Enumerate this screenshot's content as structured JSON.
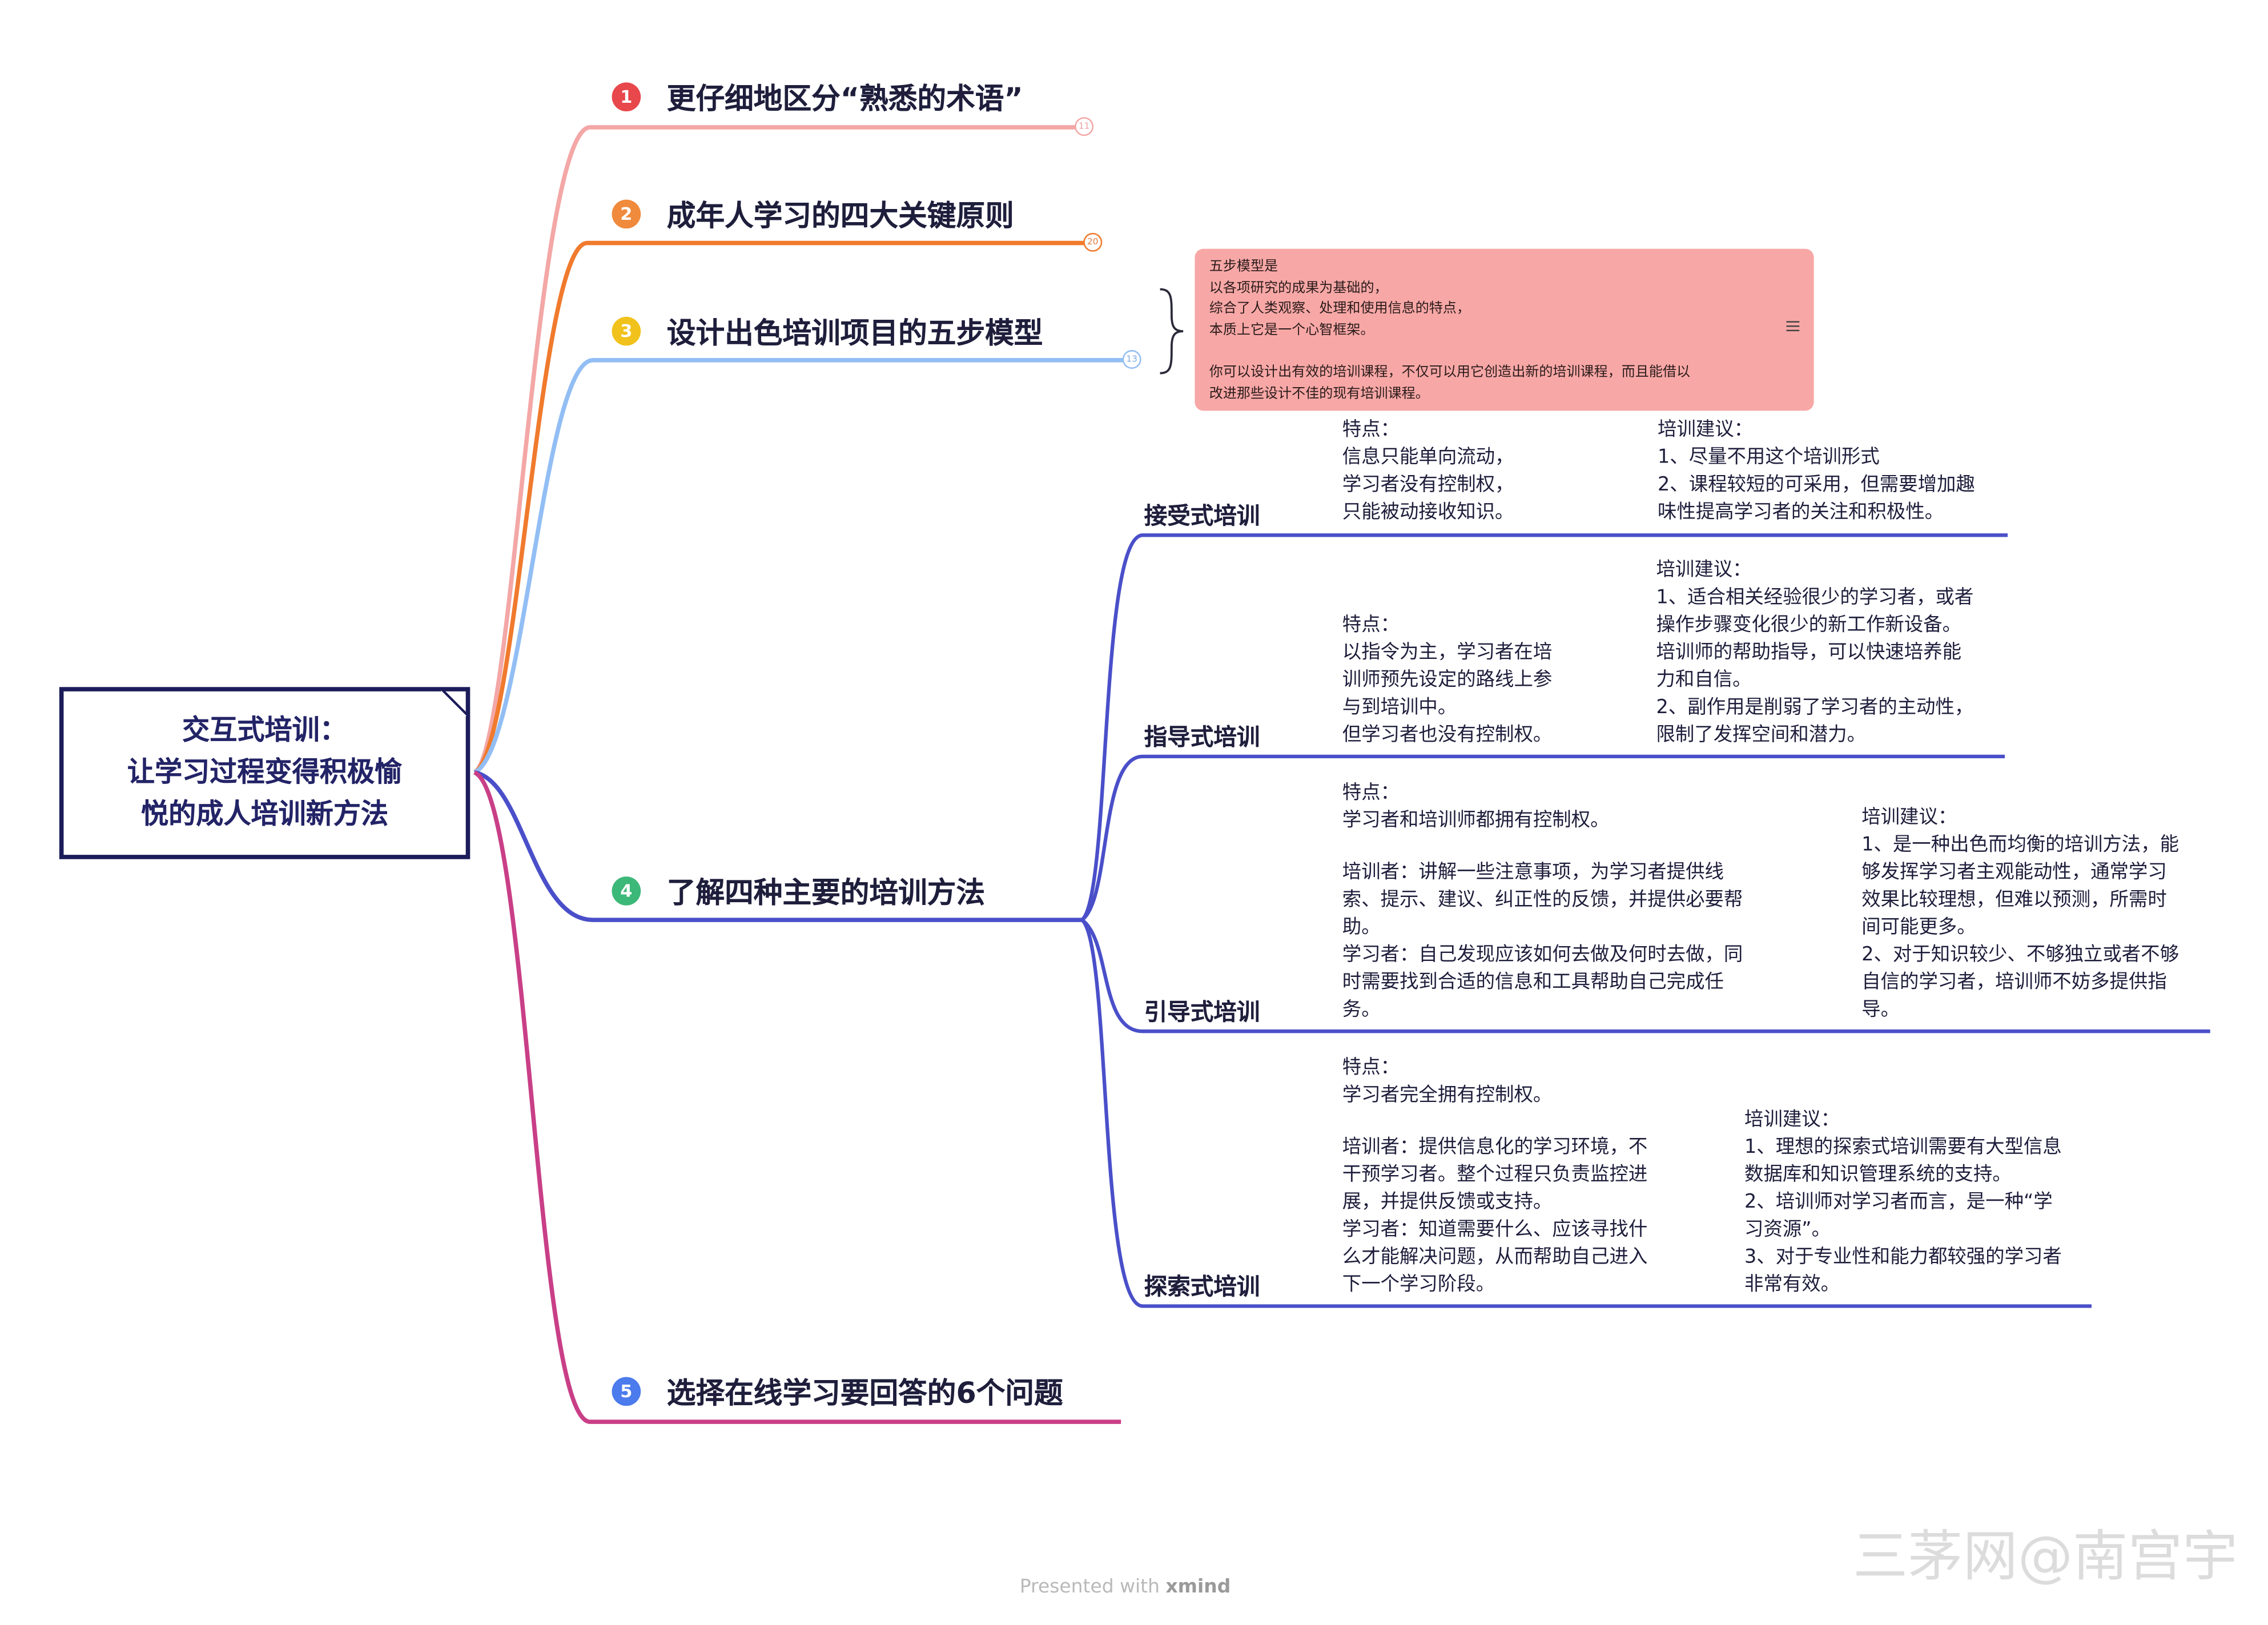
{
  "root": {
    "lines": [
      "交互式培训：",
      "让学习过程变得积极愉",
      "悦的成人培训新方法"
    ]
  },
  "topics": [
    {
      "num": "1",
      "label": "更仔细地区分“熟悉的术语”",
      "color": "#e8474b",
      "line_color": "#f3a7a6",
      "count": "11"
    },
    {
      "num": "2",
      "label": "成年人学习的四大关键原则",
      "color": "#f08a3c",
      "line_color": "#f07a2d",
      "count": "20"
    },
    {
      "num": "3",
      "label": "设计出色培训项目的五步模型",
      "color": "#f1c21b",
      "line_color": "#92bef4",
      "count": "13"
    },
    {
      "num": "4",
      "label": "了解四种主要的培训方法",
      "color": "#3cb878",
      "line_color": "#4a4fc9"
    },
    {
      "num": "5",
      "label": "选择在线学习要回答的6个问题",
      "color": "#4b7bec",
      "line_color": "#c93f87"
    }
  ],
  "note": {
    "lines": [
      "五步模型是",
      "以各项研究的成果为基础的，",
      "综合了人类观察、处理和使用信息的特点，",
      "本质上它是一个心智框架。",
      "",
      "你可以设计出有效的培训课程，不仅可以用它创造出新的培训课程，而且能借以",
      "改进那些设计不佳的现有培训课程。"
    ],
    "color": "#f7a8a6"
  },
  "methods": [
    {
      "name": "接受式培训",
      "features": [
        "特点：",
        "信息只能单向流动，",
        "学习者没有控制权，",
        "只能被动接收知识。"
      ],
      "advice": [
        "培训建议：",
        "1、尽量不用这个培训形式",
        "2、课程较短的可采用，但需要增加趣",
        "味性提高学习者的关注和积极性。"
      ]
    },
    {
      "name": "指导式培训",
      "features": [
        "特点：",
        "以指令为主，学习者在培",
        "训师预先设定的路线上参",
        "与到培训中。",
        "但学习者也没有控制权。"
      ],
      "advice": [
        "培训建议：",
        "1、适合相关经验很少的学习者，或者",
        "操作步骤变化很少的新工作新设备。",
        "培训师的帮助指导，可以快速培养能",
        "力和自信。",
        "2、副作用是削弱了学习者的主动性，",
        "限制了发挥空间和潜力。"
      ]
    },
    {
      "name": "引导式培训",
      "features": [
        "特点：",
        "学习者和培训师都拥有控制权。",
        "",
        "培训者：讲解一些注意事项，为学习者提供线",
        "索、提示、建议、纠正性的反馈，并提供必要帮",
        "助。",
        "学习者：自己发现应该如何去做及何时去做，同",
        "时需要找到合适的信息和工具帮助自己完成任",
        "务。"
      ],
      "advice": [
        "培训建议：",
        "1、是一种出色而均衡的培训方法，能",
        "够发挥学习者主观能动性，通常学习",
        "效果比较理想，但难以预测，所需时",
        "间可能更多。",
        "2、对于知识较少、不够独立或者不够",
        "自信的学习者，培训师不妨多提供指",
        "导。"
      ]
    },
    {
      "name": "探索式培训",
      "features": [
        "特点：",
        "学习者完全拥有控制权。",
        "",
        "培训者：提供信息化的学习环境，不",
        "干预学习者。整个过程只负责监控进",
        "展，并提供反馈或支持。",
        "学习者：知道需要什么、应该寻找什",
        "么才能解决问题，从而帮助自己进入",
        "下一个学习阶段。"
      ],
      "advice": [
        "培训建议：",
        "1、理想的探索式培训需要有大型信息",
        "数据库和知识管理系统的支持。",
        "2、培训师对学习者而言，是一种“学",
        "习资源”。",
        "3、对于专业性和能力都较强的学习者",
        "非常有效。"
      ]
    }
  ],
  "watermark": "三茅网@南宫宇",
  "footer": {
    "prefix": "Presented with ",
    "brand": "xmind"
  },
  "colors": {
    "root_border": "#1c1c5a",
    "method_line": "#4a4fc9",
    "text": "#1e1e3c"
  }
}
